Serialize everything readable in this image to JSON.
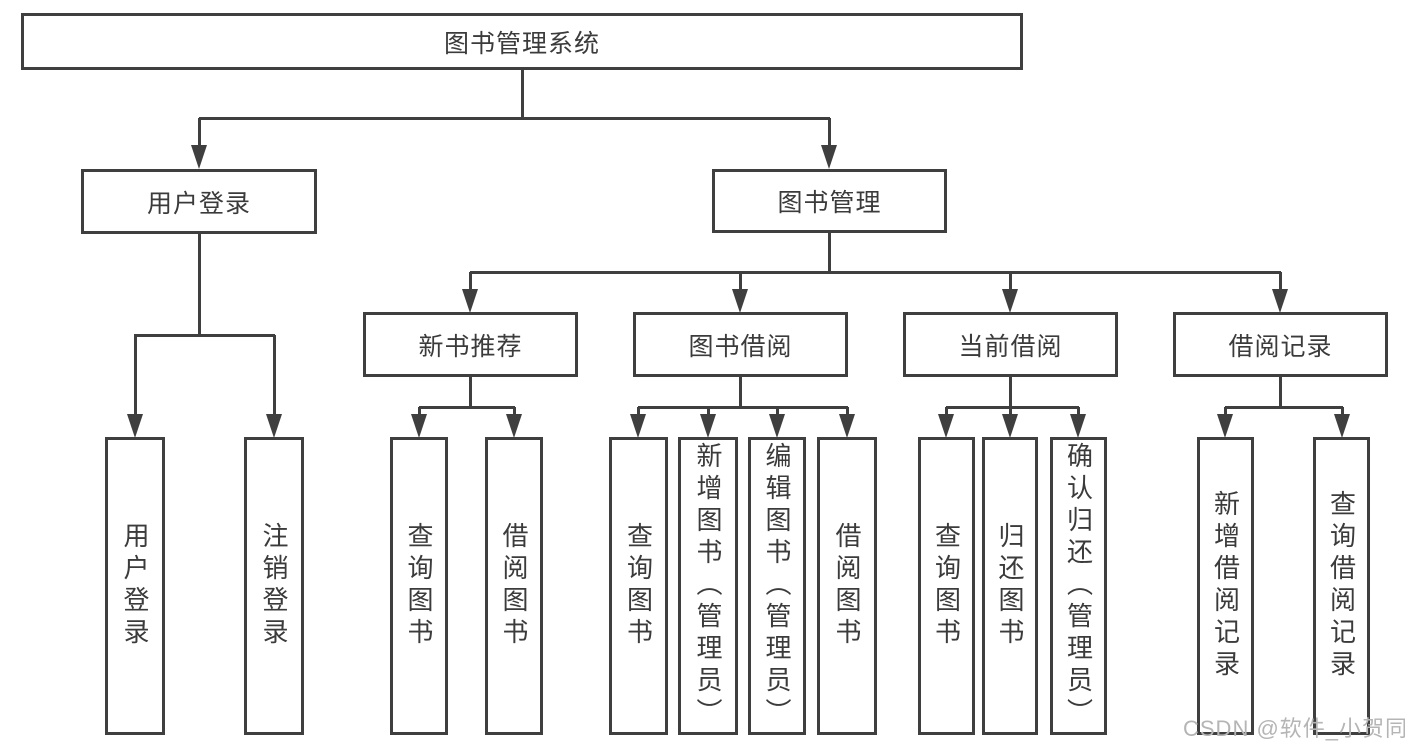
{
  "diagram_title": "图书管理系统",
  "nodes": {
    "root": "图书管理系统",
    "user_login": "用户登录",
    "book_management": "图书管理",
    "new_book_recommend": "新书推荐",
    "book_borrowing": "图书借阅",
    "current_borrowing": "当前借阅",
    "borrowing_records": "借阅记录",
    "leaf_user_login": "用户登录",
    "leaf_logout": "注销登录",
    "leaf_query_books_recommend": "查询图书",
    "leaf_borrow_books_recommend": "借阅图书",
    "leaf_query_books_borrowing": "查询图书",
    "leaf_add_books_admin": "新增图书（管理员）",
    "leaf_edit_books_admin": "编辑图书（管理员）",
    "leaf_borrow_books_borrowing": "借阅图书",
    "leaf_query_books_current": "查询图书",
    "leaf_return_books": "归还图书",
    "leaf_confirm_return_admin": "确认归还（管理员）",
    "leaf_add_borrow_record": "新增借阅记录",
    "leaf_query_borrow_record": "查询借阅记录"
  },
  "watermark": "CSDN @软件_小贺同学",
  "colors": {
    "line": "#3f3f3f",
    "text": "#3b3b3b",
    "watermark": "#b5b5b5",
    "background": "#ffffff"
  }
}
